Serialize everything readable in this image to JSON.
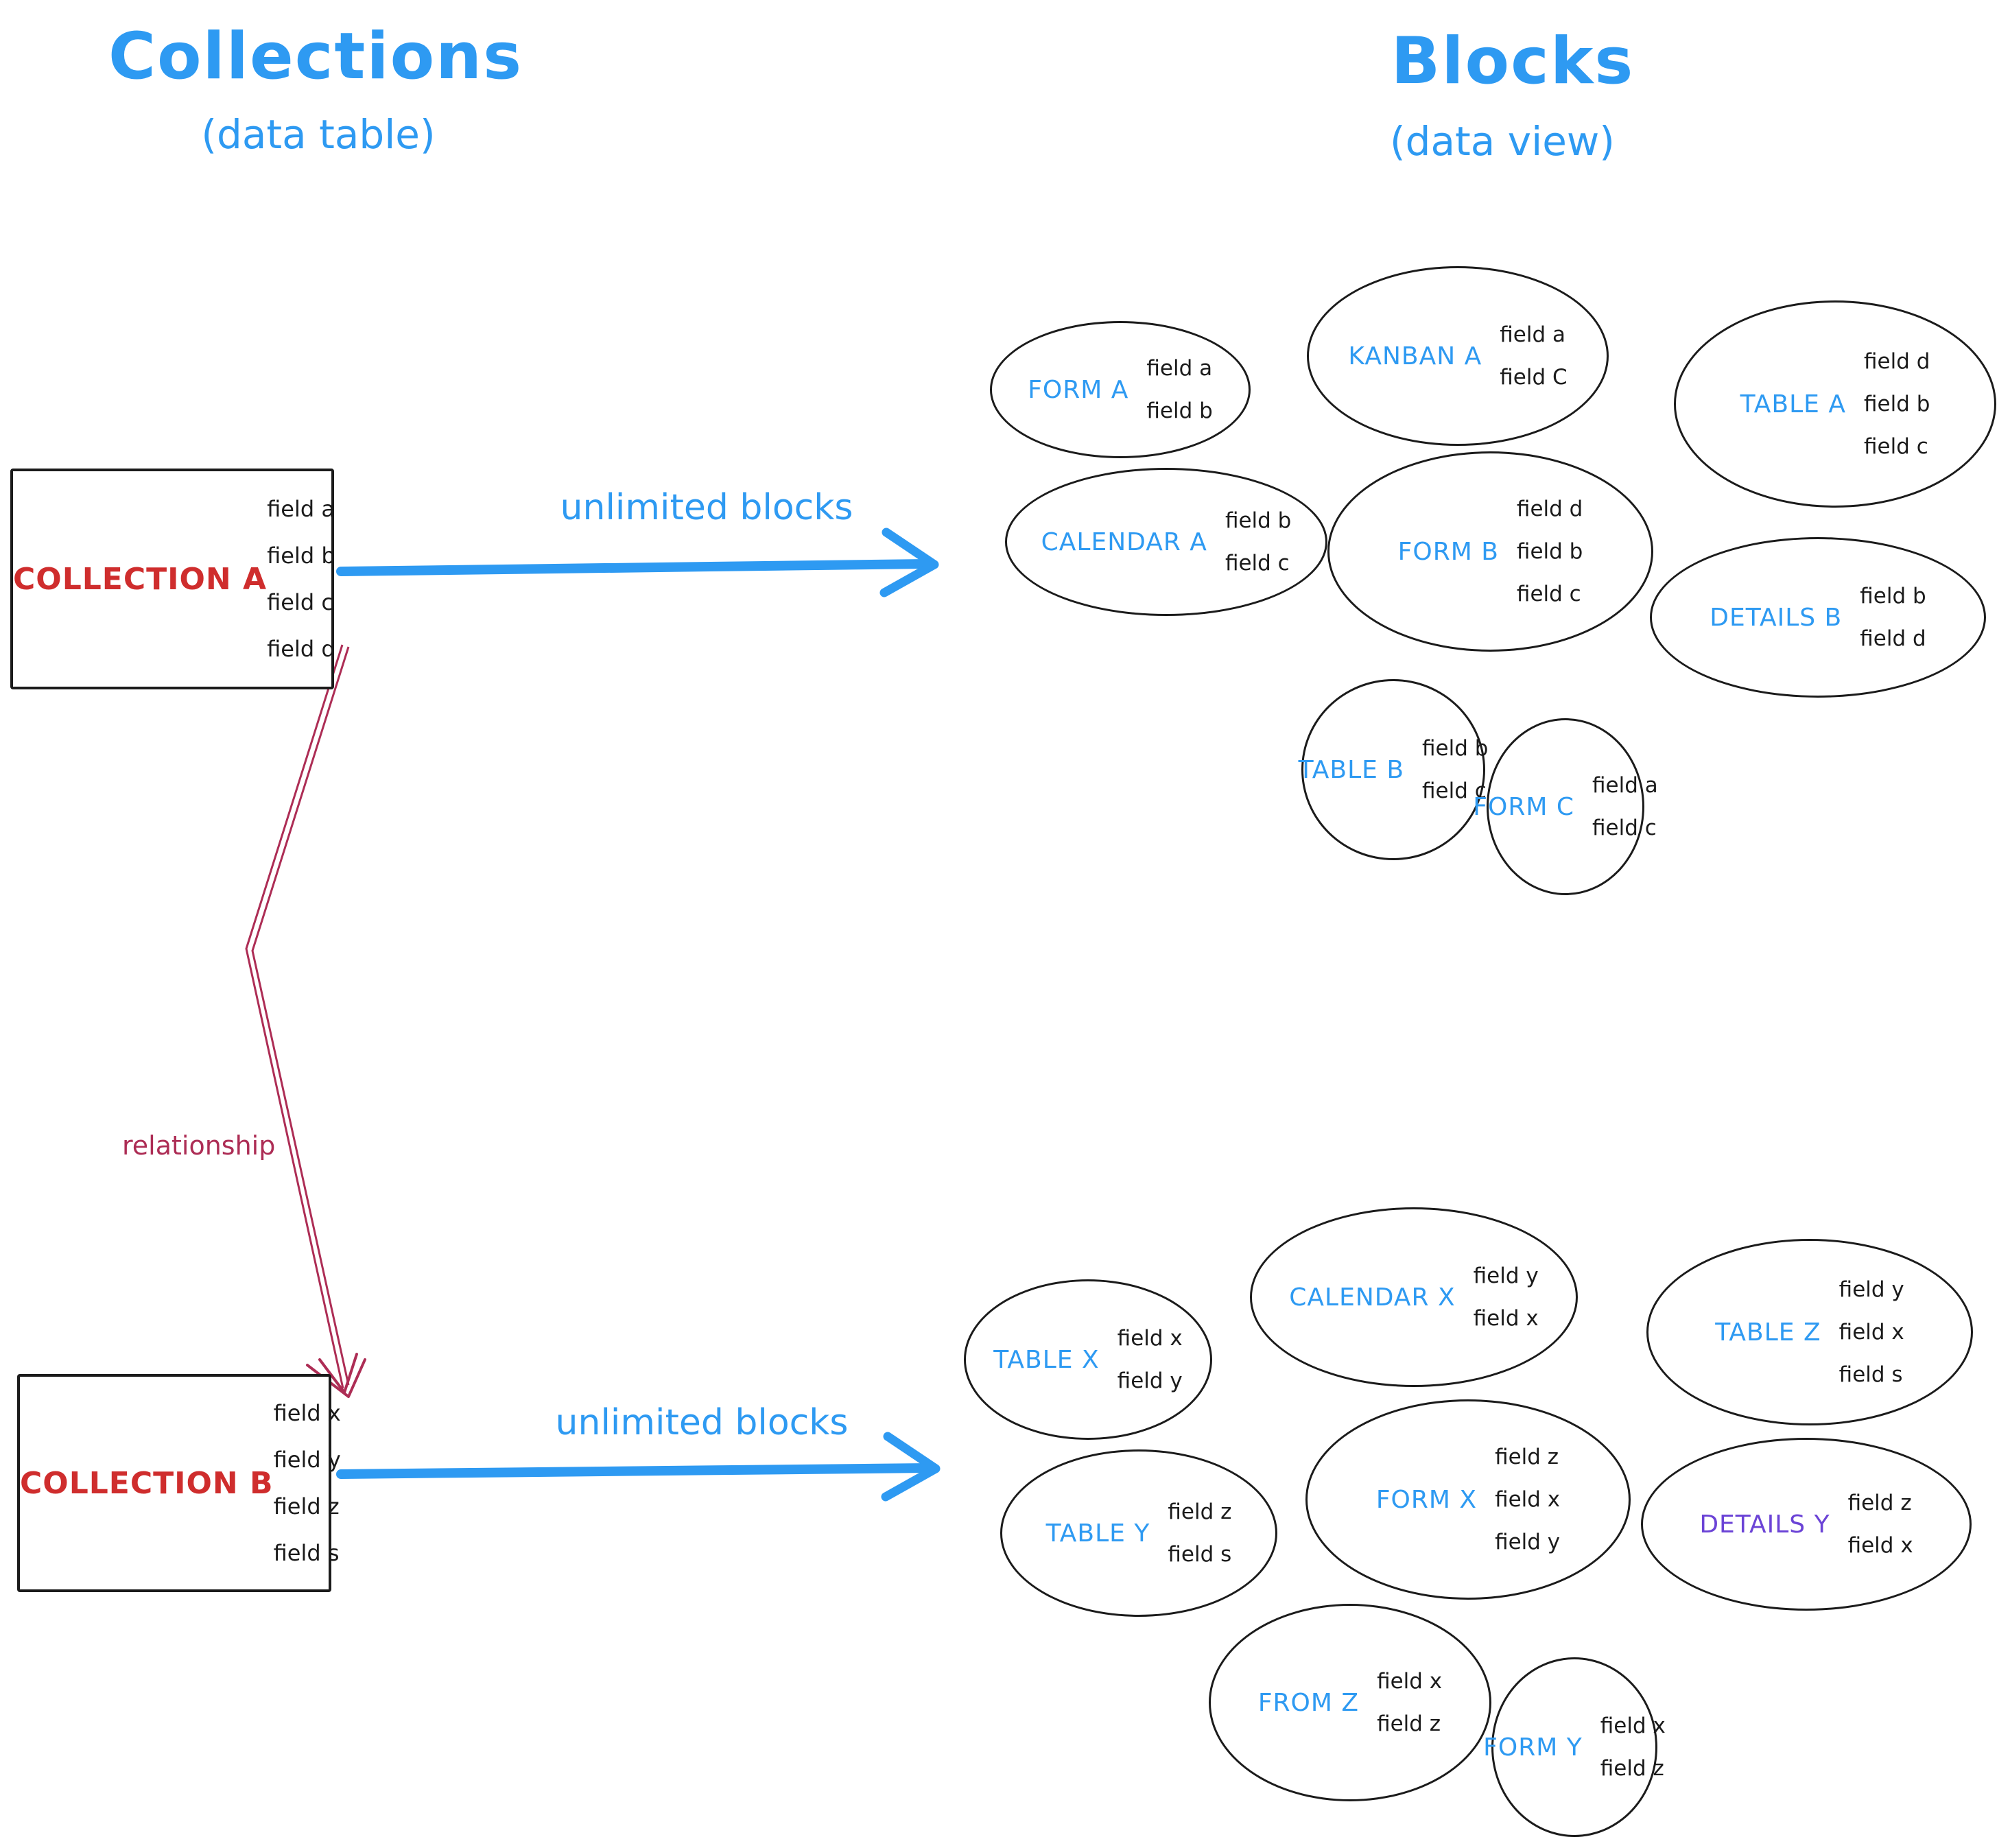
{
  "titles": {
    "left": {
      "title": "Collections",
      "subtitle": "(data table)"
    },
    "right": {
      "title": "Blocks",
      "subtitle": "(data view)"
    }
  },
  "arrows": {
    "top_label": "unlimited blocks",
    "bottom_label": "unlimited blocks",
    "relationship_label": "relationship"
  },
  "collections": [
    {
      "name": "COLLECTION A",
      "fields": [
        "field a",
        "field b",
        "field c",
        "field d"
      ]
    },
    {
      "name": "COLLECTION B",
      "fields": [
        "field x",
        "field y",
        "field z",
        "field s"
      ]
    }
  ],
  "blocks_a": [
    {
      "label": "FORM A",
      "fields": [
        "field a",
        "field b"
      ]
    },
    {
      "label": "KANBAN A",
      "fields": [
        "field a",
        "field C"
      ]
    },
    {
      "label": "TABLE A",
      "fields": [
        "field d",
        "field b",
        "field c"
      ]
    },
    {
      "label": "CALENDAR A",
      "fields": [
        "field b",
        "field c"
      ]
    },
    {
      "label": "FORM B",
      "fields": [
        "field d",
        "field b",
        "field c"
      ]
    },
    {
      "label": "DETAILS B",
      "fields": [
        "field b",
        "field d"
      ]
    },
    {
      "label": "TABLE B",
      "fields": [
        "field b",
        "field c"
      ]
    },
    {
      "label": "FORM C",
      "fields": [
        "field a",
        "field c"
      ]
    }
  ],
  "blocks_b": [
    {
      "label": "TABLE X",
      "fields": [
        "field x",
        "field y"
      ]
    },
    {
      "label": "CALENDAR X",
      "fields": [
        "field y",
        "field x"
      ]
    },
    {
      "label": "TABLE Z",
      "fields": [
        "field y",
        "field x",
        "field s"
      ]
    },
    {
      "label": "TABLE Y",
      "fields": [
        "field z",
        "field s"
      ]
    },
    {
      "label": "FORM X",
      "fields": [
        "field z",
        "field x",
        "field y"
      ]
    },
    {
      "label": "DETAILS Y",
      "fields": [
        "field z",
        "field x"
      ]
    },
    {
      "label": "FROM Z",
      "fields": [
        "field x",
        "field z"
      ]
    },
    {
      "label": "FORM Y",
      "fields": [
        "field x",
        "field z"
      ]
    }
  ],
  "colors": {
    "blue": "#2e9af2",
    "red": "#cf2d2d",
    "rose": "#ad2d55",
    "purple": "#6b43d6",
    "ink": "#1b1b1b"
  }
}
